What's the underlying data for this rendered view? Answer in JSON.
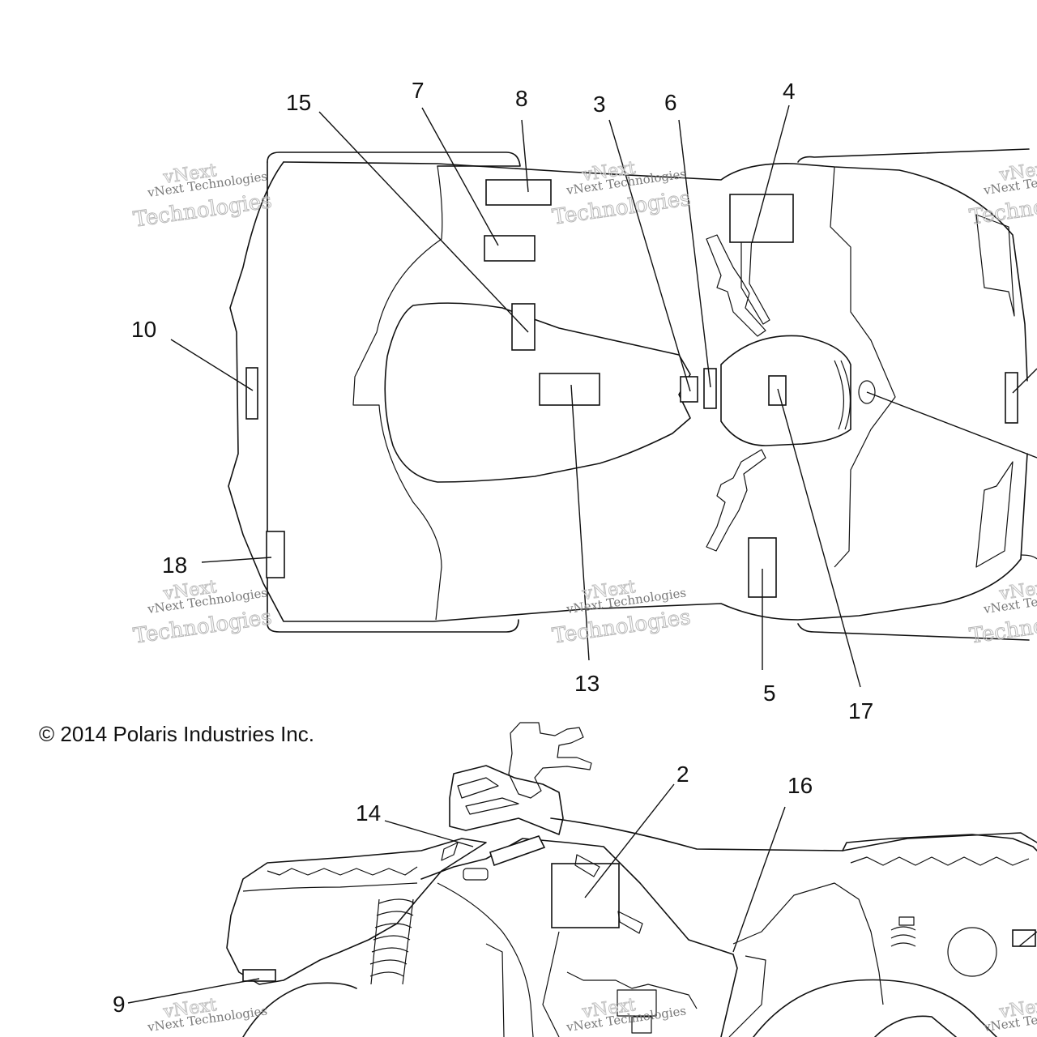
{
  "copyright": "© 2014 Polaris Industries Inc.",
  "watermark": {
    "line1": "vNext Technologies",
    "line2": "vNext",
    "line3": "Technologies"
  },
  "callouts": {
    "c2": "2",
    "c3": "3",
    "c4": "4",
    "c5": "5",
    "c6": "6",
    "c7": "7",
    "c8": "8",
    "c9": "9",
    "c10": "10",
    "c13": "13",
    "c14": "14",
    "c15": "15",
    "c16": "16",
    "c17": "17",
    "c18": "18"
  }
}
